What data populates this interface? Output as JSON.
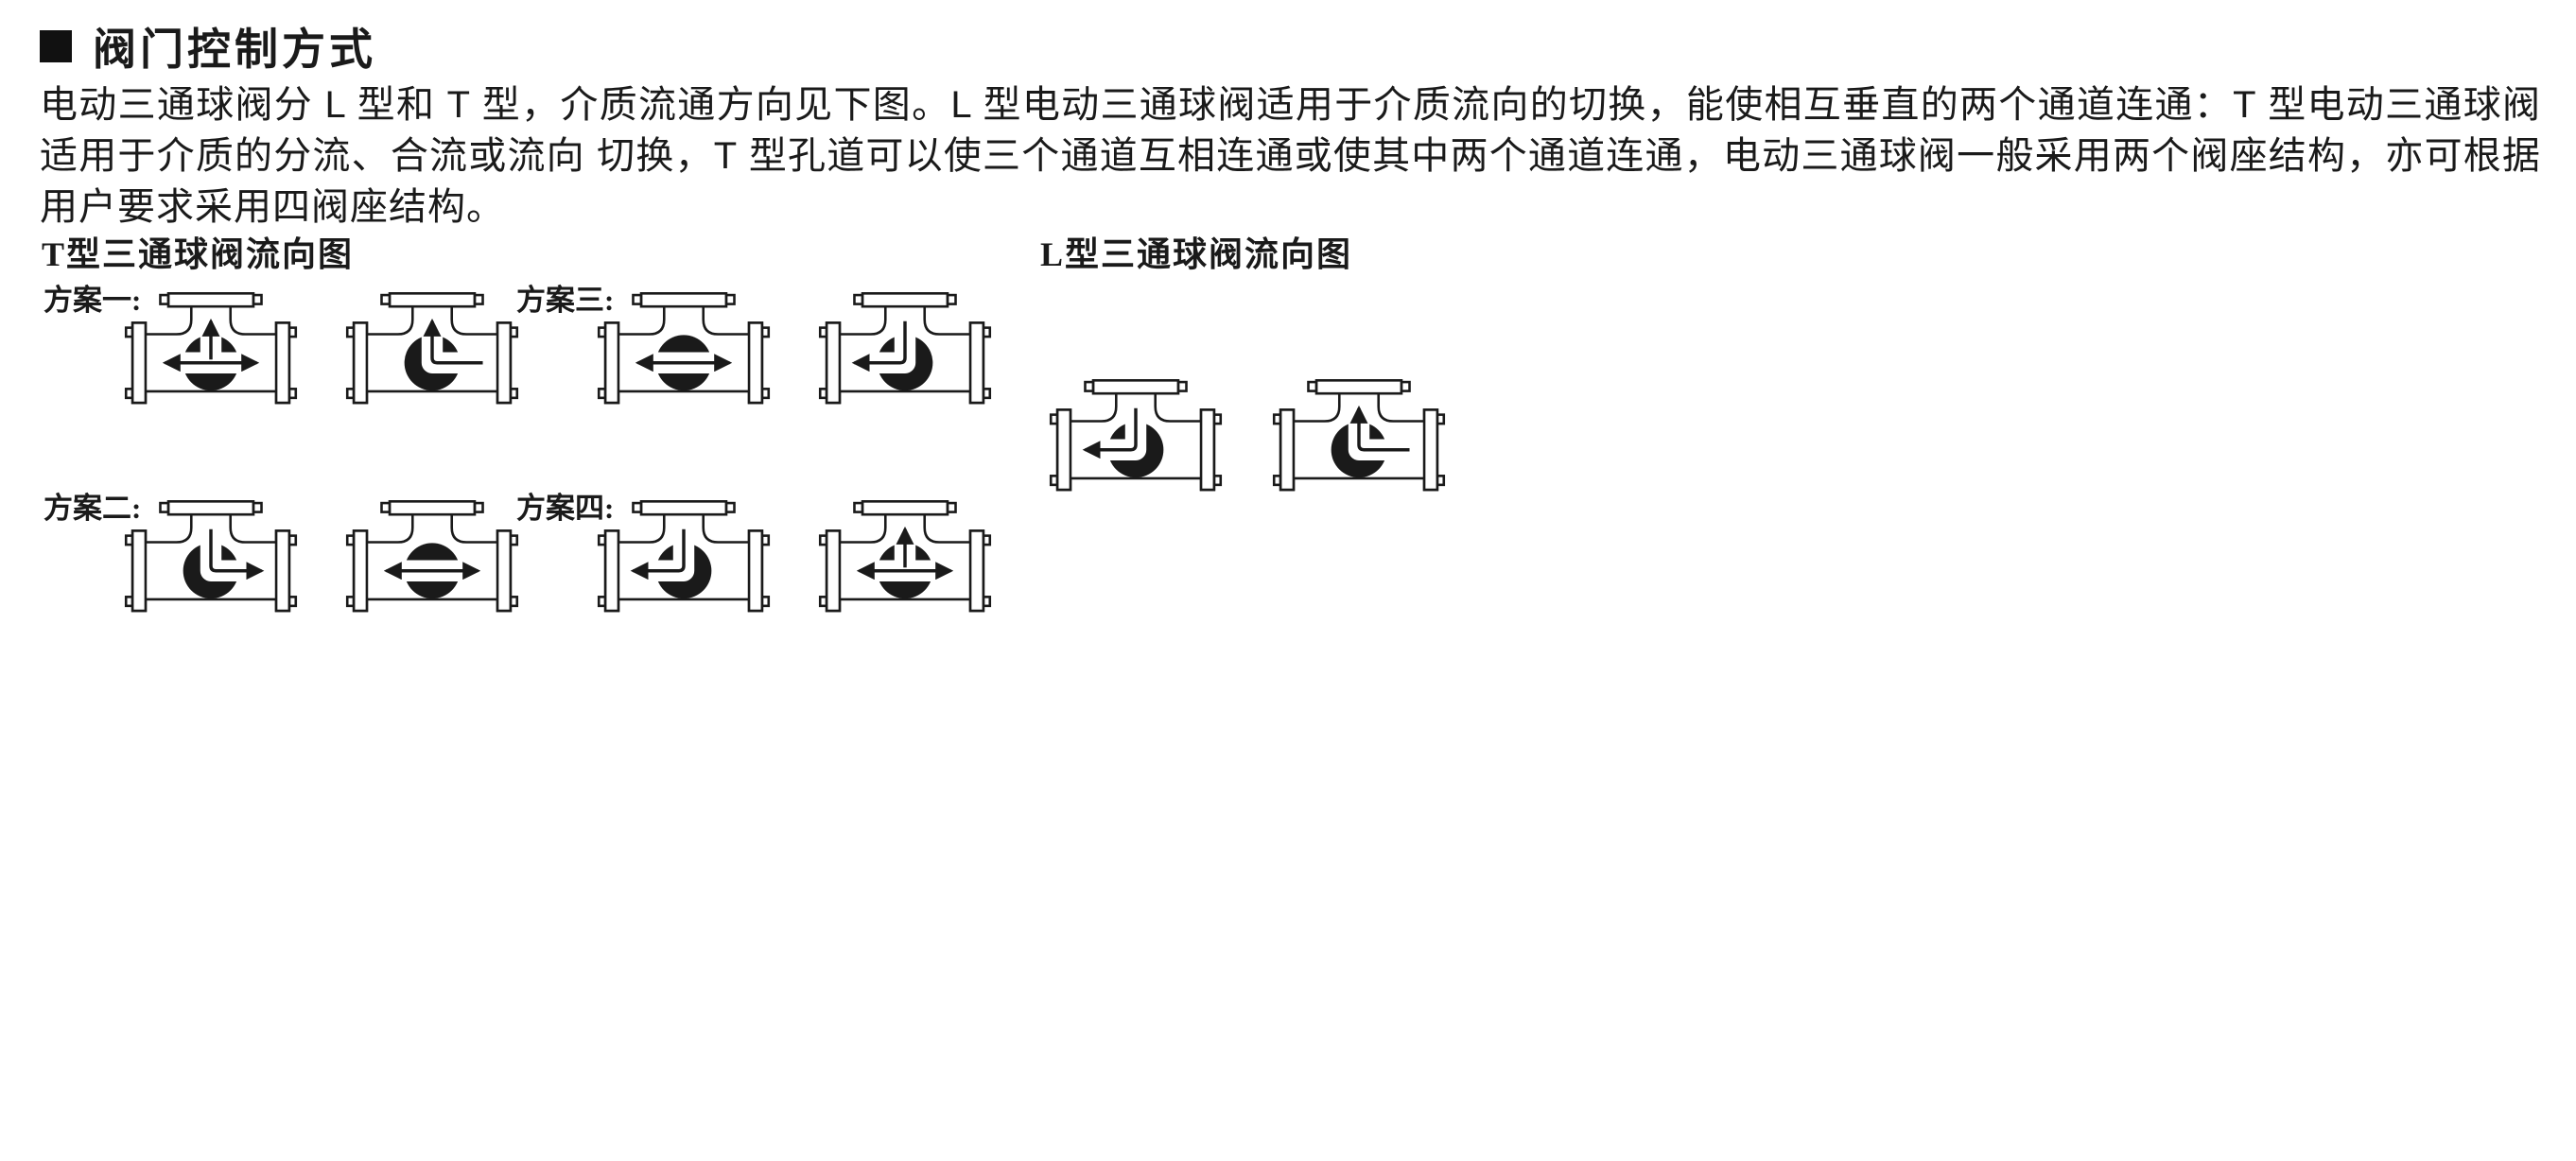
{
  "page": {
    "title": "阀门控制方式",
    "intro": "电动三通球阀分 L 型和 T 型，介质流通方向见下图。L 型电动三通球阀适用于介质流向的切换，能使相互垂直的两个通道连通：T 型电动三通球阀适用于介质的分流、合流或流向 切换，T 型孔道可以使三个通道互相连通或使其中两个通道连通，电动三通球阀一般采用两个阀座结构，亦可根据用户要求采用四阀座结构。"
  },
  "t_section": {
    "title": "T型三通球阀流向图",
    "schemes": [
      {
        "label": "方案一:",
        "valves": [
          "t-open",
          "right-to-top"
        ]
      },
      {
        "label": "方案二:",
        "valves": [
          "top-to-right",
          "straight"
        ]
      },
      {
        "label": "方案三:",
        "valves": [
          "straight",
          "top-to-left"
        ]
      },
      {
        "label": "方案四:",
        "valves": [
          "top-to-left",
          "t-open"
        ]
      }
    ]
  },
  "l_section": {
    "title": "L型三通球阀流向图",
    "valves": [
      "top-to-left",
      "right-to-top"
    ]
  },
  "colors": {
    "ink": "#1a1a1a",
    "paper": "#ffffff"
  }
}
